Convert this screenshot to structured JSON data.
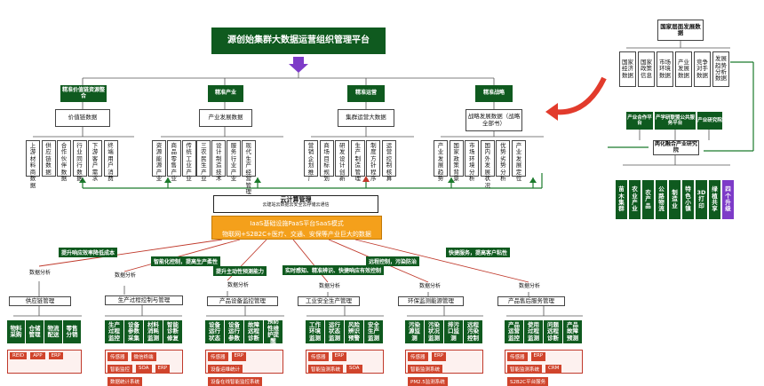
{
  "title": "源创始集群大数据运营组织管理平台",
  "pillars": [
    {
      "head": "精准价值链资源整合",
      "box": "价值链数据",
      "items": [
        "上游材料商数据",
        "供应链数据",
        "合作伙伴数据",
        "行业同行数据",
        "下游客户需求",
        "终端用户消费"
      ]
    },
    {
      "head": "精准产业",
      "box": "产业发展数据",
      "items": [
        "资源能源产业",
        "商品零售产业",
        "传统工业产业",
        "三农民生产业",
        "设计制造技术",
        "服务行业产业",
        "现代生产经营管理"
      ]
    },
    {
      "head": "精准运营",
      "box": "集群运营大数据",
      "items": [
        "营销企划推广",
        "商场目标规划",
        "研发设计创新",
        "生产制造管理",
        "制度方针程序",
        "运营控制核算"
      ]
    },
    {
      "head": "精准战略",
      "box": "战略发展数据（战略全部书）",
      "items": [
        "产业发展趋势",
        "国家政策背景",
        "市场环境分析",
        "国内外发展状况",
        "优势劣势分析",
        "产业发展定位"
      ]
    }
  ],
  "national": {
    "title": "国家层面发展数据",
    "items": [
      "国家经济数据",
      "国家政策信息",
      "市场环境数据",
      "产业发展数据",
      "竞争对手数据",
      "发展趋势分析数据"
    ]
  },
  "institute": {
    "labels": [
      "产业合作平台",
      "产学研联盟公共服务平台",
      "产业研究院"
    ],
    "box": "两化融合产业研究院",
    "items": [
      "苗木集群",
      "农业产业",
      "农产品",
      "公路物流",
      "制造业",
      "特色小镇",
      "3D打印",
      "绿植共享",
      "四个升级"
    ]
  },
  "cloud": {
    "title": "云计算管理",
    "sub": "云建站云数据云安全云存储云通信"
  },
  "saas": {
    "line1": "IaaS基础设施PaaS平台SaaS模式",
    "line2": "物联网+S2B2C+医疗、交通、安保等产业巨大的数据"
  },
  "mid_labels": [
    "提升响应效率降低成本",
    "智能化控制，提高生产柔性",
    "提升主动性预测能力",
    "实时感知、精准辨识、快捷响应有效控制",
    "远程控制，污染防治",
    "快捷服务，提高客户粘性"
  ],
  "modules": [
    {
      "tag": "数据分析",
      "box": "供应链管理",
      "items": [
        "物料采购",
        "仓储管理",
        "物流配送",
        "零售分销"
      ],
      "techs": [
        "REID",
        "APP",
        "ERP"
      ]
    },
    {
      "tag": "数据分析",
      "box": "生产过程控制与管理",
      "items": [
        "生产过程监控",
        "设备参数采集",
        "材料消耗监测",
        "智能诊断修复"
      ],
      "techs": [
        "传感器",
        "微信终端",
        "智能监控",
        "SOA",
        "ERP",
        "数据统计系统"
      ]
    },
    {
      "tag": "数据分析",
      "box": "产品设备监控管理",
      "items": [
        "设备运行状态",
        "设备运行参数",
        "故障远程诊断",
        "预防性维护提醒"
      ],
      "techs": [
        "传感器",
        "ERP",
        "设备运维统计",
        "设备在线智能监控系统"
      ]
    },
    {
      "tag": "数据分析",
      "box": "工业安全生产管理",
      "items": [
        "工作环境监测",
        "运行状态监测",
        "风险辨识预警",
        "安全生产监测"
      ],
      "techs": [
        "传感器",
        "ERP",
        "智能监测系统",
        "SOA"
      ]
    },
    {
      "tag": "数据分析",
      "box": "环保监测能源管理",
      "items": [
        "污染源监测",
        "污染状况监测",
        "排污口监测",
        "远程污染控制"
      ],
      "techs": [
        "传感器",
        "ERP",
        "智能监测系统",
        "PM2.5监测系统"
      ]
    },
    {
      "tag": "数据分析",
      "box": "产品售后服务管理",
      "items": [
        "产品运营监控",
        "使用过程监测",
        "问题远程诊断",
        "产品故障预测"
      ],
      "techs": [
        "传感器",
        "ERP",
        "智能监测系统",
        "CRM",
        "S2B2C平台服务"
      ]
    }
  ]
}
